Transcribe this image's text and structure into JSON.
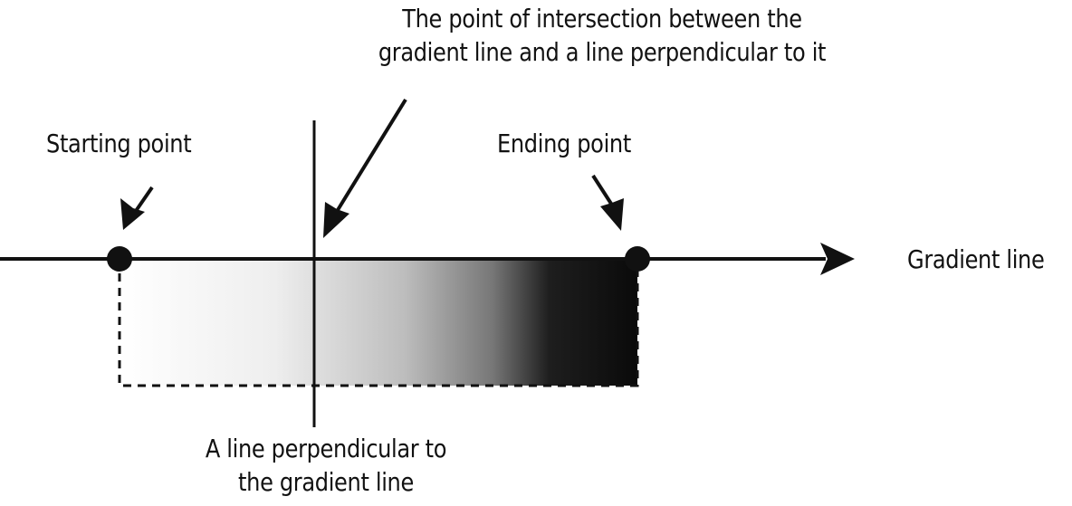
{
  "labels": {
    "intersection": [
      "The point of intersection between the",
      "gradient line and a line perpendicular to it"
    ],
    "starting_point": "Starting point",
    "ending_point": "Ending point",
    "gradient_line": "Gradient line",
    "perpendicular": [
      "A line perpendicular to",
      "the gradient line"
    ]
  },
  "colors": {
    "ink": "#111111",
    "gradient_start": "#ffffff",
    "gradient_end": "#0a0a0a"
  }
}
